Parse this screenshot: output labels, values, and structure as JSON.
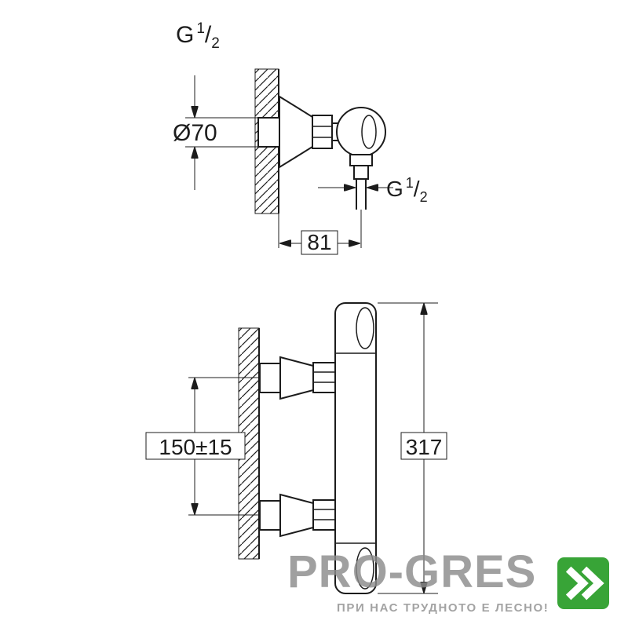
{
  "side_view": {
    "thread_label": {
      "base": "G",
      "num": "1",
      "slash": "/",
      "den": "2"
    },
    "escutcheon_diameter": "Ø70",
    "wall_to_outlet": "81",
    "outlet_thread_label": {
      "base": "G",
      "num": "1",
      "slash": "/",
      "den": "2"
    }
  },
  "front_view": {
    "inlet_spacing": "150±15",
    "body_height": "317"
  },
  "watermark": {
    "brand": "PRO-GRES",
    "tagline": "ПРИ НАС ТРУДНОТО Е ЛЕСНО!",
    "logo_color": "#38a437",
    "chevron_color": "#ffffff"
  },
  "colors": {
    "ink": "#1c1c1c",
    "background": "#ffffff",
    "watermark_text": "#8c8c8c"
  }
}
